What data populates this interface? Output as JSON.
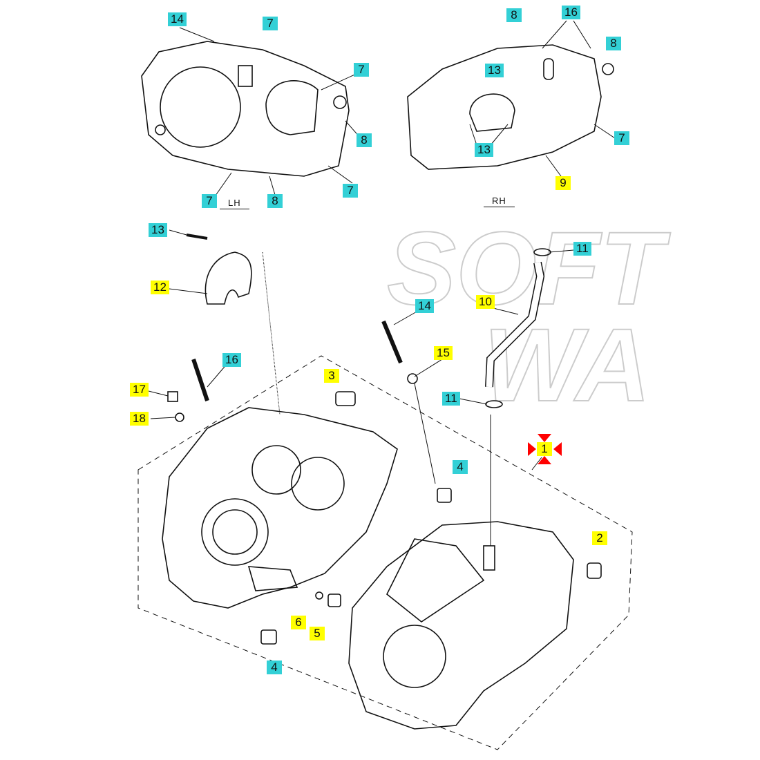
{
  "diagram": {
    "watermark_text": "SOFTWA",
    "side_labels": {
      "left": "LH",
      "right": "RH"
    },
    "colors": {
      "cyan_label": "#33d0d6",
      "yellow_label": "#ffff00",
      "marker": "#ff0000"
    },
    "callouts": [
      {
        "num": "14",
        "style": "cyan"
      },
      {
        "num": "7",
        "style": "cyan"
      },
      {
        "num": "7",
        "style": "cyan"
      },
      {
        "num": "8",
        "style": "cyan"
      },
      {
        "num": "7",
        "style": "cyan"
      },
      {
        "num": "8",
        "style": "cyan"
      },
      {
        "num": "7",
        "style": "cyan"
      },
      {
        "num": "8",
        "style": "cyan"
      },
      {
        "num": "16",
        "style": "cyan"
      },
      {
        "num": "8",
        "style": "cyan"
      },
      {
        "num": "13",
        "style": "cyan"
      },
      {
        "num": "13",
        "style": "cyan"
      },
      {
        "num": "7",
        "style": "cyan"
      },
      {
        "num": "9",
        "style": "yellow"
      },
      {
        "num": "13",
        "style": "cyan"
      },
      {
        "num": "12",
        "style": "yellow"
      },
      {
        "num": "11",
        "style": "cyan"
      },
      {
        "num": "10",
        "style": "yellow"
      },
      {
        "num": "14",
        "style": "cyan"
      },
      {
        "num": "16",
        "style": "cyan"
      },
      {
        "num": "15",
        "style": "yellow"
      },
      {
        "num": "3",
        "style": "yellow"
      },
      {
        "num": "17",
        "style": "yellow"
      },
      {
        "num": "18",
        "style": "yellow"
      },
      {
        "num": "11",
        "style": "cyan"
      },
      {
        "num": "1",
        "style": "yellow"
      },
      {
        "num": "4",
        "style": "cyan"
      },
      {
        "num": "2",
        "style": "yellow"
      },
      {
        "num": "6",
        "style": "yellow"
      },
      {
        "num": "5",
        "style": "yellow"
      },
      {
        "num": "4",
        "style": "cyan"
      }
    ]
  }
}
